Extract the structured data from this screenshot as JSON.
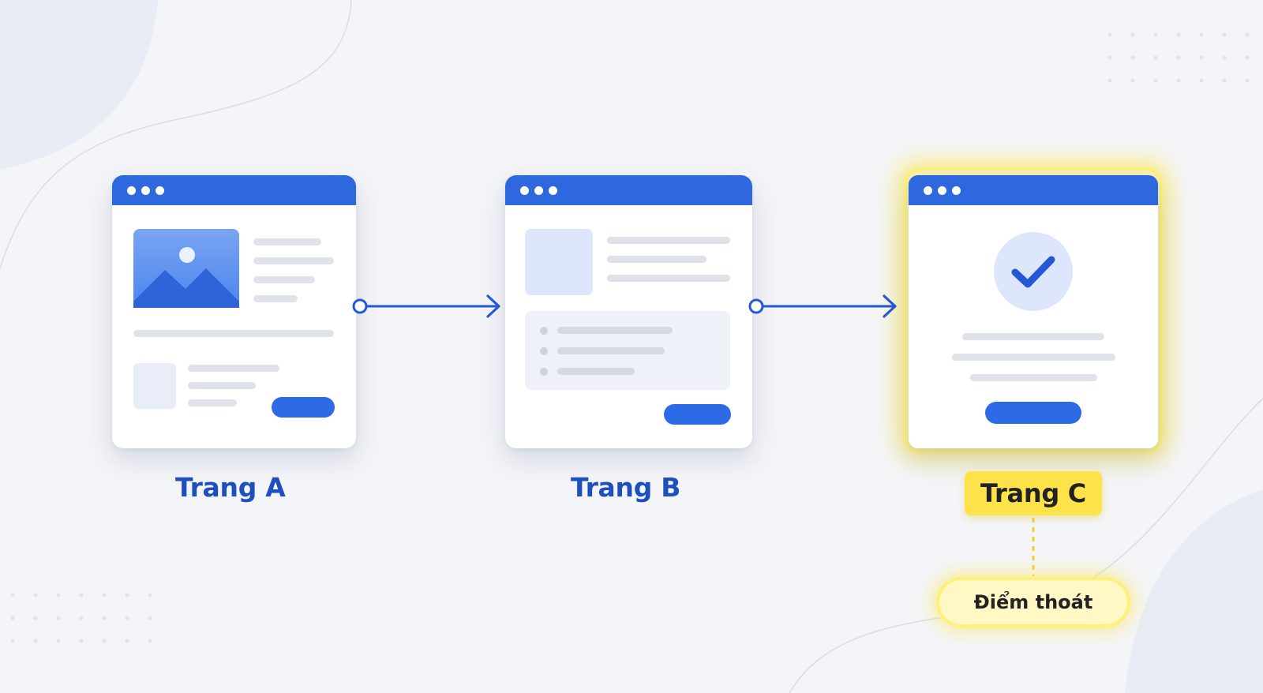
{
  "pages": [
    {
      "label": "Trang A"
    },
    {
      "label": "Trang B"
    },
    {
      "label": "Trang C"
    }
  ],
  "exit_point": {
    "label": "Điểm thoát"
  },
  "colors": {
    "accent_blue": "#2d68df",
    "label_blue": "#1d4fbf",
    "highlight_yellow": "#fde24a",
    "glow_yellow": "#fff07a",
    "background": "#f4f5f8"
  },
  "icons": {
    "image_placeholder": "image-icon",
    "check": "check-icon",
    "arrow": "arrow-right-icon"
  }
}
